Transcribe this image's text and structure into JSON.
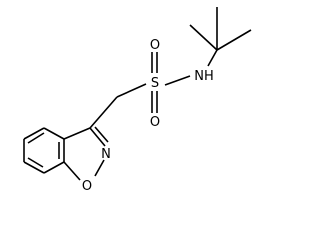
{
  "molecule": {
    "atoms": {
      "sulfur": "S",
      "oxygen_top": "O",
      "oxygen_bottom": "O",
      "nitrogen_amide": "NH",
      "nitrogen_ring": "N",
      "oxygen_ring": "O"
    },
    "colors": {
      "bond": "#000000",
      "label": "#000000",
      "background": "#ffffff"
    }
  }
}
